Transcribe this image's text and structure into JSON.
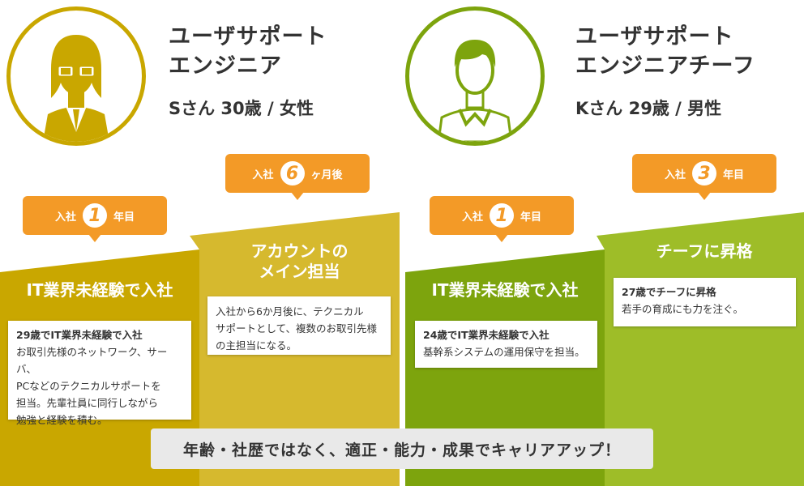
{
  "colors": {
    "p1_dark": "#c9a700",
    "p1_light": "#d6b92e",
    "p2_dark": "#7da40d",
    "p2_light": "#9ebd28",
    "bubble": "#f39a27",
    "banner_bg": "#e9e9e9"
  },
  "person1": {
    "avatar_icon": "businesswoman-with-glasses-icon",
    "title_line1": "ユーザサポート",
    "title_line2": "エンジニア",
    "meta": "Sさん 30歳 / 女性"
  },
  "person2": {
    "avatar_icon": "businessman-icon",
    "title_line1": "ユーザサポート",
    "title_line2": "エンジニアチーフ",
    "meta": "Kさん 29歳 / 男性"
  },
  "stages": {
    "p1_s1": {
      "badge_pre": "入社",
      "badge_num": "1",
      "badge_post": "年目",
      "title": "IT業界未経験で入社",
      "card_heading": "29歳でIT業界未経験で入社",
      "card_l1": "お取引先様のネットワーク、サーバ、",
      "card_l2": "PCなどのテクニカルサポートを",
      "card_l3": "担当。先輩社員に同行しながら",
      "card_l4": "勉強と経験を積む。"
    },
    "p1_s2": {
      "badge_pre": "入社",
      "badge_num": "6",
      "badge_post": "ヶ月後",
      "title_l1": "アカウントの",
      "title_l2": "メイン担当",
      "card_l1": "入社から6か月後に、テクニカル",
      "card_l2": "サポートとして、複数のお取引先様",
      "card_l3": "の主担当になる。"
    },
    "p2_s1": {
      "badge_pre": "入社",
      "badge_num": "1",
      "badge_post": "年目",
      "title": "IT業界未経験で入社",
      "card_heading": "24歳でIT業界未経験で入社",
      "card_l1": "基幹系システムの運用保守を担当。"
    },
    "p2_s2": {
      "badge_pre": "入社",
      "badge_num": "3",
      "badge_post": "年目",
      "title": "チーフに昇格",
      "card_heading": "27歳でチーフに昇格",
      "card_l1": "若手の育成にも力を注ぐ。"
    }
  },
  "banner": "年齢・社歴ではなく、適正・能力・成果でキャリアアップ！"
}
